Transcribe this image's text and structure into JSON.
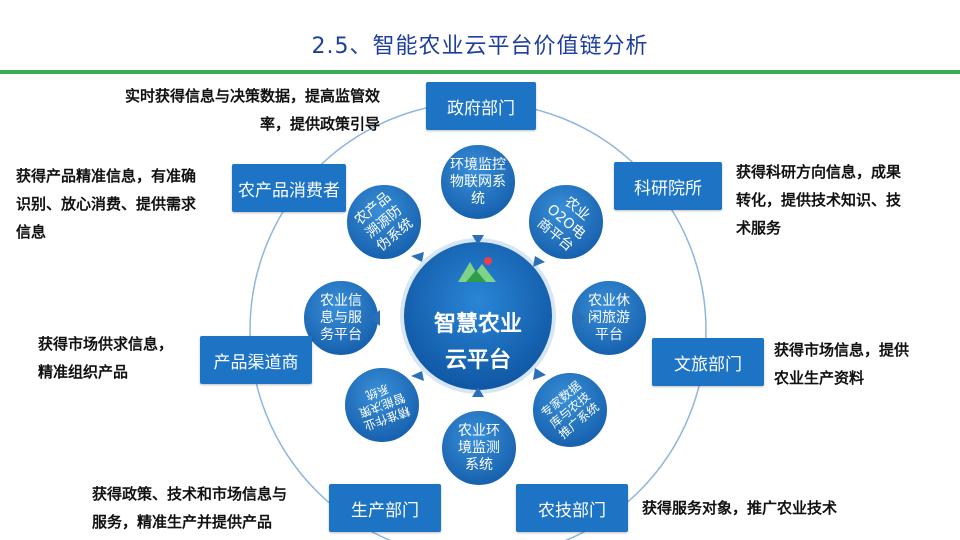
{
  "title": "2.5、智能农业云平台价值链分析",
  "center": {
    "line1": "智慧农业",
    "line2": "云平台",
    "logo": "mountain-leaf-logo-icon"
  },
  "inner_platforms": [
    {
      "id": "env-iot",
      "label": "环境监控物联网系统"
    },
    {
      "id": "o2o",
      "label": "农业O2O电商平台"
    },
    {
      "id": "tourism",
      "label": "农业休闲旅游平台"
    },
    {
      "id": "expert",
      "label": "专家数据库与农技推广系统"
    },
    {
      "id": "env-monitor",
      "label": "农业环境监测系统"
    },
    {
      "id": "decision",
      "label": "精准作业智能决策系统"
    },
    {
      "id": "info-service",
      "label": "农业信息与服务平台"
    },
    {
      "id": "traceability",
      "label": "农产品溯源防伪系统"
    }
  ],
  "stakeholders": {
    "government": "政府部门",
    "research": "科研院所",
    "tourism": "文旅部门",
    "agri_tech": "农技部门",
    "production": "生产部门",
    "channel": "产品渠道商",
    "consumer": "农产品消费者"
  },
  "notes": {
    "government": [
      "实时获得信息与决策数据，提高监管效",
      "率，提供政策引导"
    ],
    "research": [
      "获得科研方向信息，成果",
      "转化，提供技术知识、技",
      "术服务"
    ],
    "tourism": [
      "获得市场信息，提供",
      "农业生产资料"
    ],
    "agri_tech": [
      "获得服务对象，推广农业技术"
    ],
    "production": [
      "获得政策、技术和市场信息与",
      "服务，精准生产并提供产品"
    ],
    "channel": [
      "获得市场供求信息，",
      "精准组织产品"
    ],
    "consumer": [
      "获得产品精准信息，有准确",
      "识别、放心消费、提供需求",
      "信息"
    ]
  },
  "colors": {
    "box_blue": "#1d74c5",
    "circle_blue": "#1f6fbf",
    "center_blue": "#1565b5",
    "title_blue": "#1f3f9e",
    "rule_green": "#3aab57",
    "ring_line": "#8fb6dd"
  }
}
